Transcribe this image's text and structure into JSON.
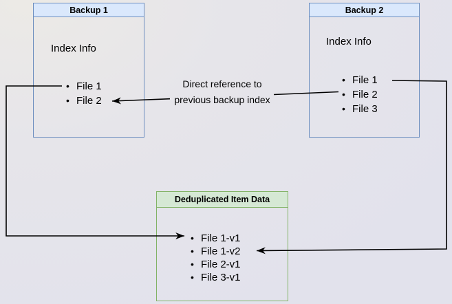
{
  "colors": {
    "blue_fill": "#dae8fc",
    "blue_stroke": "#6c8ebf",
    "green_fill": "#d5e8d4",
    "green_stroke": "#82b366",
    "arrow": "#000000",
    "text": "#000000"
  },
  "backup1": {
    "title": "Backup 1",
    "subtitle": "Index Info",
    "items": [
      "File 1",
      "File 2"
    ]
  },
  "backup2": {
    "title": "Backup 2",
    "subtitle": "Index Info",
    "items": [
      "File 1",
      "File 2",
      "File 3"
    ]
  },
  "dedup": {
    "title": "Deduplicated Item Data",
    "items": [
      "File 1-v1",
      "File 1-v2",
      "File 2-v1",
      "File 3-v1"
    ]
  },
  "reference_label": {
    "line1": "Direct reference to",
    "line2": "previous backup index"
  },
  "arrows": [
    {
      "name": "backup1-file1-to-dedup-file1v1",
      "from": "Backup 1 / File 1",
      "to": "Deduplicated Item Data / File 1-v1"
    },
    {
      "name": "backup2-file2-to-backup1-file2",
      "from": "Backup 2 / File 2",
      "to": "Backup 1 / File 2"
    },
    {
      "name": "backup2-file1-to-dedup-file1v2",
      "from": "Backup 2 / File 1",
      "to": "Deduplicated Item Data / File 1-v2"
    }
  ]
}
